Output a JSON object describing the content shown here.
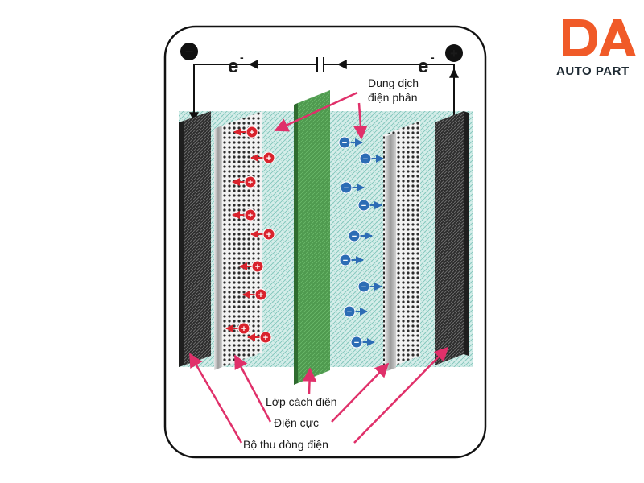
{
  "logo": {
    "mark": "DA",
    "text": "AUTO PART",
    "color": "#f05a28"
  },
  "diagram": {
    "terminal_negative": "−",
    "terminal_positive": "+",
    "electron_left": "e",
    "electron_right": "e",
    "electron_charge": "-",
    "labels": {
      "electrolyte_line1": "Dung dịch",
      "electrolyte_line2": "điện phân",
      "separator": "Lớp cách điện",
      "electrode": "Điện cực",
      "collector": "Bộ thu dòng điện"
    },
    "ion_positive_symbol": "+",
    "ion_negative_symbol": "−",
    "colors": {
      "pointer": "#e0306a",
      "positive_ion": "#d9232d",
      "negative_ion": "#2c6cb5",
      "separator": "#4f9a4f",
      "electrolyte": "#bfe3de",
      "collector": "#3a3a3a"
    }
  }
}
